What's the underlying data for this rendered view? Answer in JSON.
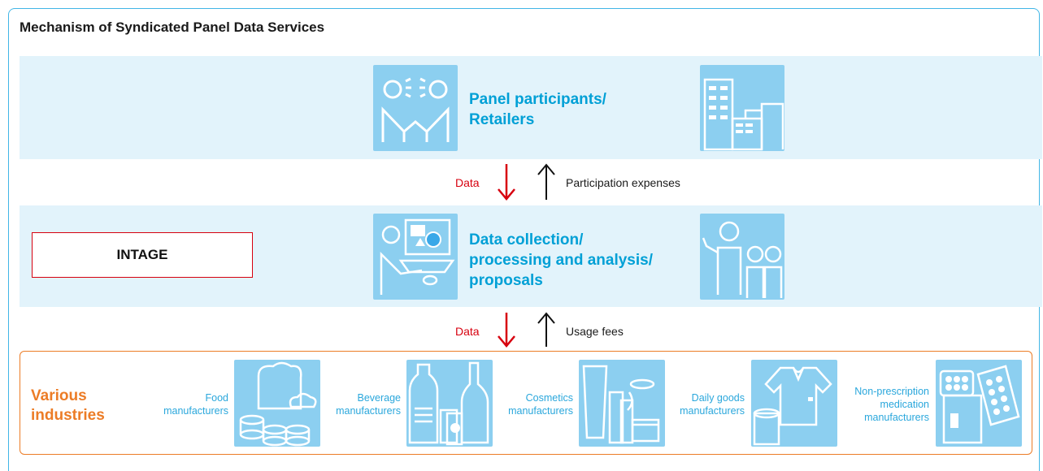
{
  "title": "Mechanism of Syndicated Panel Data Services",
  "top_band": {
    "label_line1": "Panel participants/",
    "label_line2": "Retailers"
  },
  "middle_band": {
    "intage": "INTAGE",
    "label_line1": "Data collection/",
    "label_line2": "processing and analysis/",
    "label_line3": "proposals"
  },
  "flows": {
    "upper_data": "Data",
    "upper_return": "Participation expenses",
    "lower_data": "Data",
    "lower_return": "Usage fees"
  },
  "industries": {
    "title_line1": "Various",
    "title_line2": "industries",
    "items": [
      {
        "line1": "Food",
        "line2": "manufacturers",
        "line3": ""
      },
      {
        "line1": "Beverage",
        "line2": "manufacturers",
        "line3": ""
      },
      {
        "line1": "Cosmetics",
        "line2": "manufacturers",
        "line3": ""
      },
      {
        "line1": "Daily goods",
        "line2": "manufacturers",
        "line3": ""
      },
      {
        "line1": "Non-prescription",
        "line2": "medication",
        "line3": "manufacturers"
      }
    ]
  },
  "colors": {
    "blue_text": "#00a0d6",
    "tile": "#8ccff0",
    "band": "#e2f3fb",
    "red": "#d7000f",
    "orange": "#ec7c26"
  },
  "icons": [
    "meeting-people-icon",
    "retail-buildings-icon",
    "computer-analysis-icon",
    "presenter-icon",
    "food-icon",
    "beverage-icon",
    "cosmetics-icon",
    "daily-goods-icon",
    "medication-icon"
  ]
}
